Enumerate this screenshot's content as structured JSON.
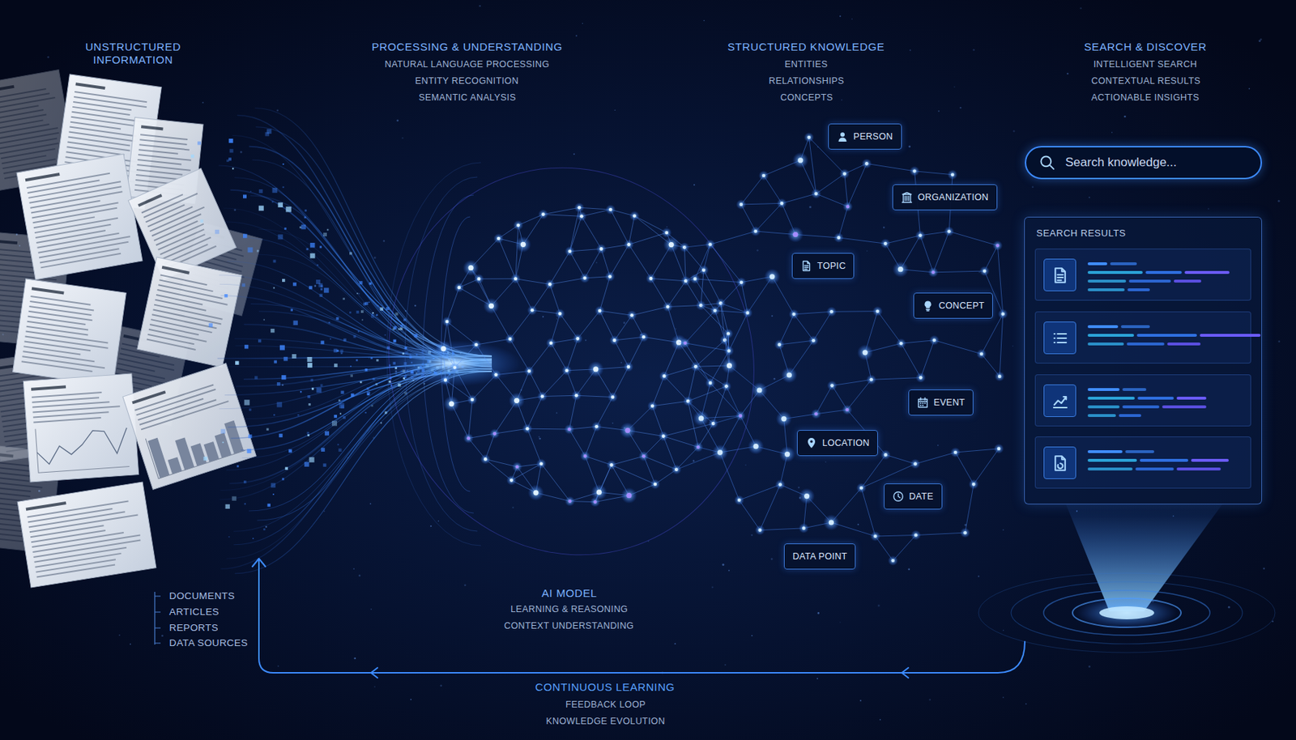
{
  "diagram": {
    "nodes": [
      {
        "text": [
          "PERSON"
        ]
      },
      {
        "text": [
          "ORGANIZATION"
        ]
      },
      {
        "text": [
          "TOPIC"
        ]
      },
      {
        "text": [
          "CONCEPT"
        ]
      },
      {
        "text": [
          "EVENT"
        ]
      },
      {
        "text": [
          "LOCATION"
        ]
      },
      {
        "text": [
          "DATE"
        ]
      },
      {
        "text": [
          "DATA POINT"
        ]
      },
      {
        "text": [
          "Search knowledge..."
        ]
      },
      {
        "text": [
          "SEARCH RESULTS"
        ]
      }
    ],
    "labels": [
      "UNSTRUCTURED INFORMATION",
      "PROCESSING & UNDERSTANDING",
      "NATURAL LANGUAGE PROCESSING",
      "ENTITY RECOGNITION",
      "SEMANTIC ANALYSIS",
      "STRUCTURED KNOWLEDGE",
      "ENTITIES",
      "RELATIONSHIPS",
      "CONCEPTS",
      "SEARCH & DISCOVER",
      "INTELLIGENT SEARCH",
      "CONTEXTUAL RESULTS",
      "ACTIONABLE INSIGHTS",
      "DOCUMENTS",
      "ARTICLES",
      "REPORTS",
      "DATA SOURCES",
      "AI MODEL",
      "LEARNING & REASONING",
      "CONTEXT UNDERSTANDING",
      "CONTINUOUS LEARNING",
      "FEEDBACK LOOP",
      "KNOWLEDGE EVOLUTION"
    ]
  }
}
